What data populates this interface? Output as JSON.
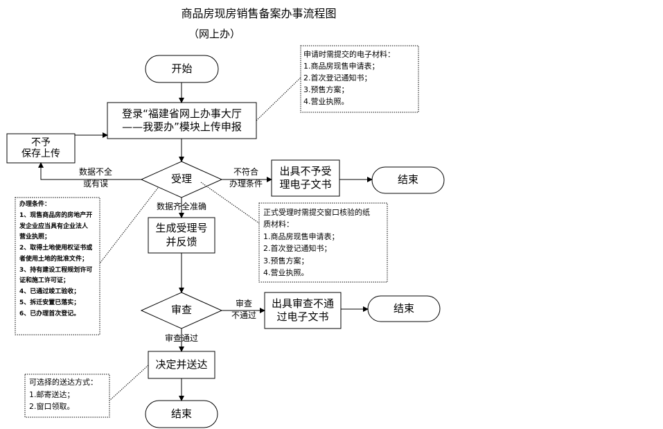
{
  "title": "商品房现房销售备案办事流程图",
  "subtitle": "（网上办）",
  "nodes": {
    "start": "开始",
    "submit_line1": "登录“福建省网上办事大厅",
    "submit_line2": "——我要办”模块上传申报",
    "reject_save_line1": "不予",
    "reject_save_line2": "保存上传",
    "accept": "受理",
    "reject_doc1_line1": "出具不予受",
    "reject_doc1_line2": "理电子文书",
    "end1": "结束",
    "gen_line1": "生成受理号",
    "gen_line2": "并反馈",
    "review": "审查",
    "reject_doc2_line1": "出具审查不通",
    "reject_doc2_line2": "过电子文书",
    "end2": "结束",
    "decide": "决定并送达",
    "end3": "结束"
  },
  "edge_labels": {
    "incomplete_line1": "数据不全",
    "incomplete_line2": "或有误",
    "not_meet_line1": "不符合",
    "not_meet_line2": "办理条件",
    "complete": "数据齐全准确",
    "review_fail_line1": "审查",
    "review_fail_line2": "不通过",
    "review_pass": "审查通过"
  },
  "notes": {
    "materials": [
      "申请时需提交的电子材料：",
      "1.商品房现售申请表；",
      "2.首次登记通知书；",
      "3.预售方案；",
      "4.营业执照。"
    ],
    "paper_materials": [
      "正式受理时需提交窗口核验的纸",
      "质材料：",
      "1.商品房现售申请表；",
      "2.首次登记通知书；",
      "3.预售方案；",
      "4.营业执照。"
    ],
    "conditions": [
      "办理条件：",
      "1、现售商品房的房地产开",
      "发企业应当具有企业法人",
      "营业执照；",
      "2、取得土地使用权证书或",
      "者使用土地的批准文件；",
      "3、持有建设工程规划许可",
      "证和施工许可证；",
      "4、已通过竣工验收；",
      "5、拆迁安置已落实；",
      "6、已办理首次登记。"
    ],
    "delivery": [
      "可选择的送达方式：",
      "1.邮寄送达；",
      "2.窗口领取。"
    ]
  }
}
